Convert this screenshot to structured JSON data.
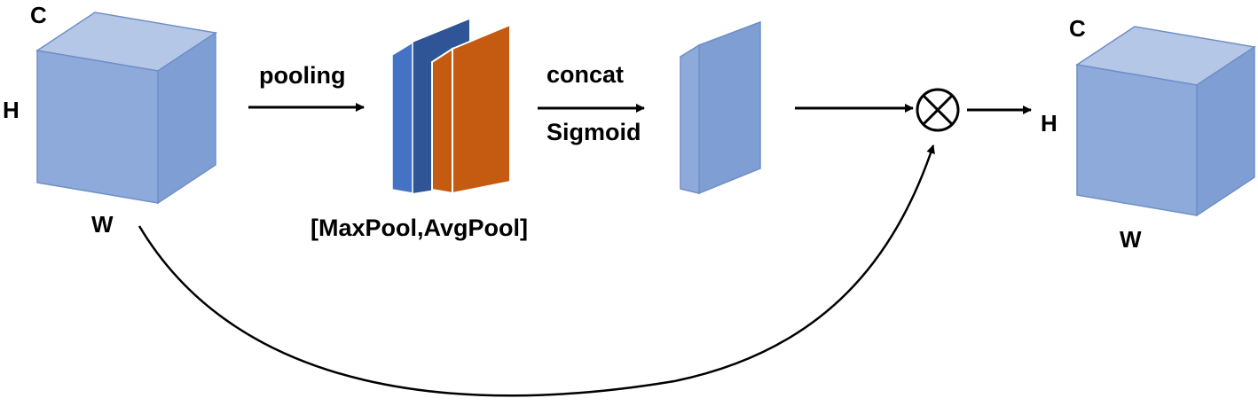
{
  "input_tensor": {
    "dim_c": "C",
    "dim_h": "H",
    "dim_w": "W"
  },
  "operations": {
    "pooling": "pooling",
    "concat": "concat",
    "sigmoid": "Sigmoid",
    "pool_pair": "[MaxPool,AvgPool]"
  },
  "output_tensor": {
    "dim_c": "C",
    "dim_h": "H",
    "dim_w": "W"
  },
  "multiply_symbol": "⊗",
  "colors": {
    "cube_front": "#8eaadb",
    "cube_top": "#b4c7e7",
    "cube_side": "#7f9fd4",
    "cube_edge": "#6f8fc7",
    "maxpool_front": "#4472c4",
    "maxpool_top": "#2f5597",
    "avgpool_front": "#c55a11",
    "avgpool_top": "#843c0c",
    "arrow": "#000000"
  }
}
